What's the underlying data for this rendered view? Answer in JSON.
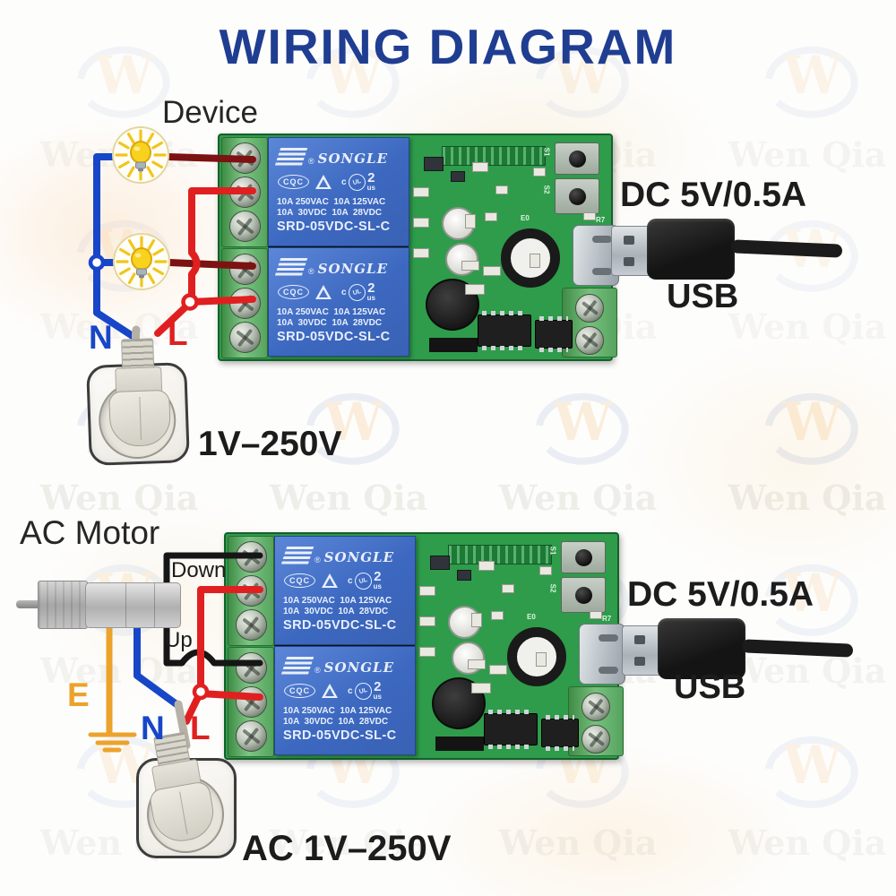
{
  "title": "WIRING DIAGRAM",
  "top_section": {
    "device_label": "Device",
    "neutral_label": "N",
    "live_label": "L",
    "voltage_range": "1V–250V",
    "power_spec": "DC 5V/0.5A",
    "usb_label": "USB"
  },
  "bottom_section": {
    "motor_label": "AC Motor",
    "down_label": "Down",
    "up_label": "Up",
    "earth_label": "E",
    "neutral_label": "N",
    "live_label": "L",
    "voltage_range": "AC 1V–250V",
    "power_spec": "DC 5V/0.5A",
    "usb_label": "USB"
  },
  "relay": {
    "brand": "SONGLE",
    "registered_mark": "®",
    "cqc_mark": "CQC",
    "ul_prefix": "c",
    "ul_mark": "UL",
    "ul_suffix": "us",
    "relay_form_number": "2",
    "spec_line1": "10A 250VAC  10A 125VAC",
    "spec_line2": "10A  30VDC  10A  28VDC",
    "model": "SRD-05VDC-SL-C"
  },
  "pcb": {
    "silkscreen": [
      "S1",
      "S2",
      "E0",
      "R7"
    ]
  },
  "watermark": {
    "brand_text": "Wen Qia",
    "logo_letter": "W"
  },
  "colors": {
    "title_blue": "#1f3d91",
    "pcb_green": "#2e9c4b",
    "terminal_green": "#6abe6e",
    "relay_blue": "#4673c9",
    "wire_live_red": "#e02020",
    "wire_load_dark_red": "#7d1212",
    "wire_neutral_blue": "#1746c8",
    "wire_black": "#161616",
    "wire_earth_orange": "#eca32b",
    "usb_cable_black": "#1b1b1b"
  }
}
